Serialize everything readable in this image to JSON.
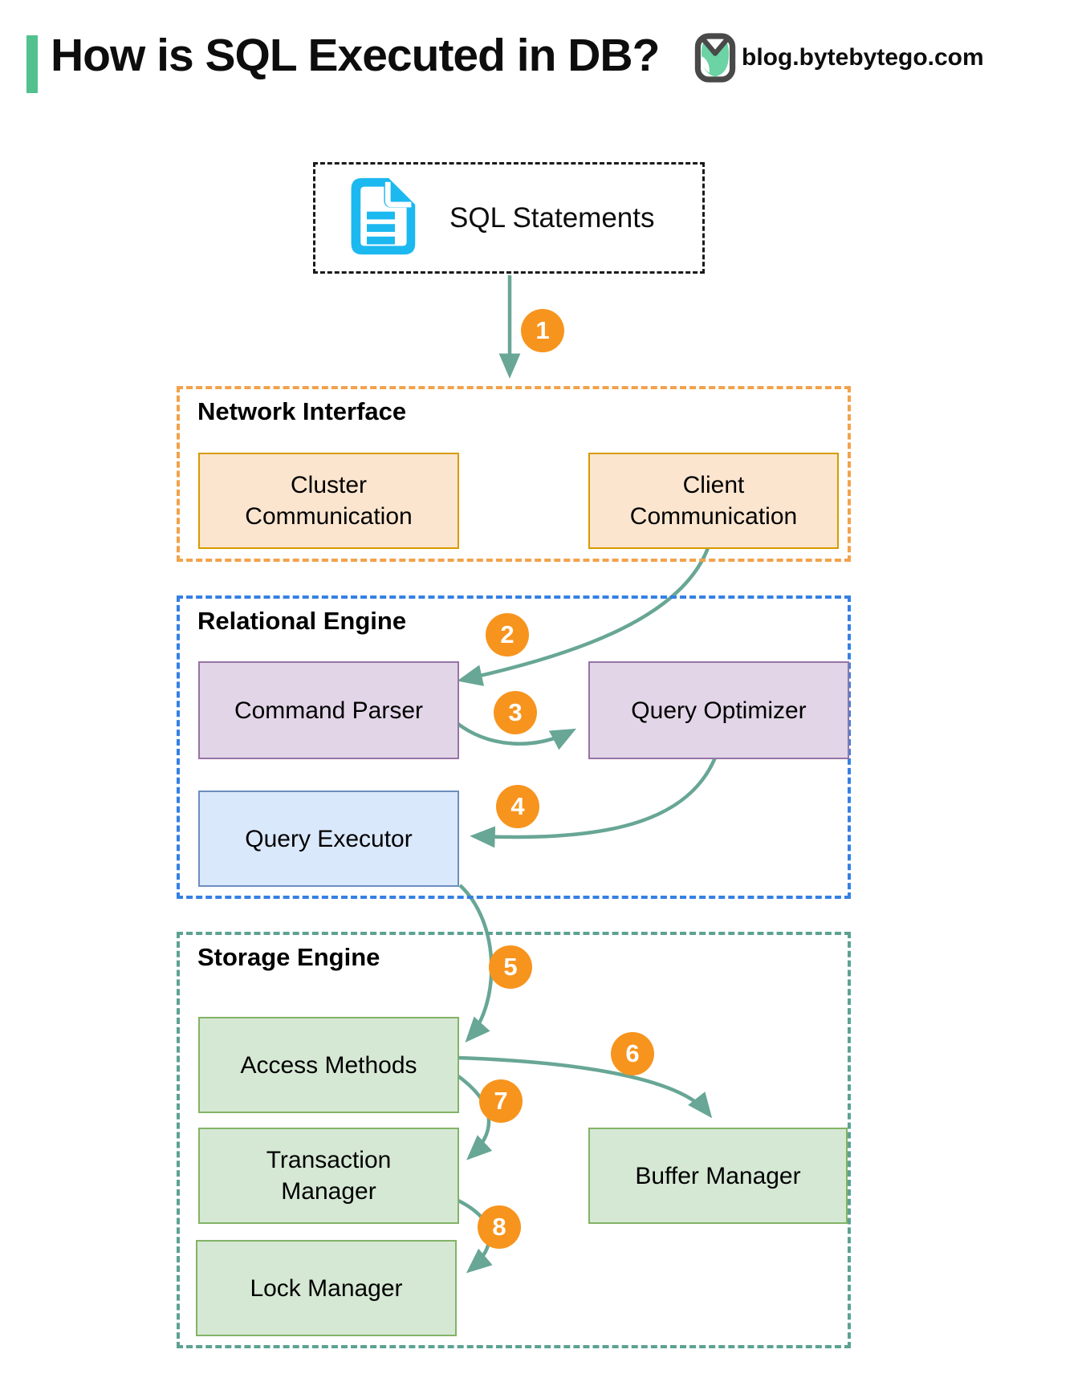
{
  "header": {
    "title": "How is SQL Executed in DB?",
    "brand": "blog.bytebytego.com"
  },
  "diagram": {
    "source": {
      "label": "SQL Statements",
      "icon": "sql-document-icon"
    },
    "sections": [
      {
        "label": "Network Interface",
        "boxes": [
          {
            "lines": [
              "Cluster",
              "Communication"
            ]
          },
          {
            "lines": [
              "Client",
              "Communication"
            ]
          }
        ]
      },
      {
        "label": "Relational Engine",
        "boxes": [
          {
            "lines": [
              "Command Parser"
            ]
          },
          {
            "lines": [
              "Query Optimizer"
            ]
          },
          {
            "lines": [
              "Query Executor"
            ]
          }
        ]
      },
      {
        "label": "Storage Engine",
        "boxes": [
          {
            "lines": [
              "Access Methods"
            ]
          },
          {
            "lines": [
              "Transaction",
              "Manager"
            ]
          },
          {
            "lines": [
              "Lock Manager"
            ]
          },
          {
            "lines": [
              "Buffer Manager"
            ]
          }
        ]
      }
    ],
    "steps": [
      "1",
      "2",
      "3",
      "4",
      "5",
      "6",
      "7",
      "8"
    ]
  },
  "colors": {
    "accent-green": "#52C18D",
    "arrow-color": "#68A695",
    "badge-bg": "#F7941E",
    "network-border": "#F2A24C",
    "peach-fill": "#FBE5CE",
    "peach-border": "#D79B00",
    "relational-border": "#3580E4",
    "purple-fill": "#E1D5E7",
    "purple-border": "#9673A6",
    "blue-fill": "#DAE8FC",
    "blue-border": "#6C8EBF",
    "storage-border": "#5CA292",
    "green-fill": "#D5E8D4",
    "green-border": "#82B366",
    "doc-cyan": "#1CB8F0"
  }
}
